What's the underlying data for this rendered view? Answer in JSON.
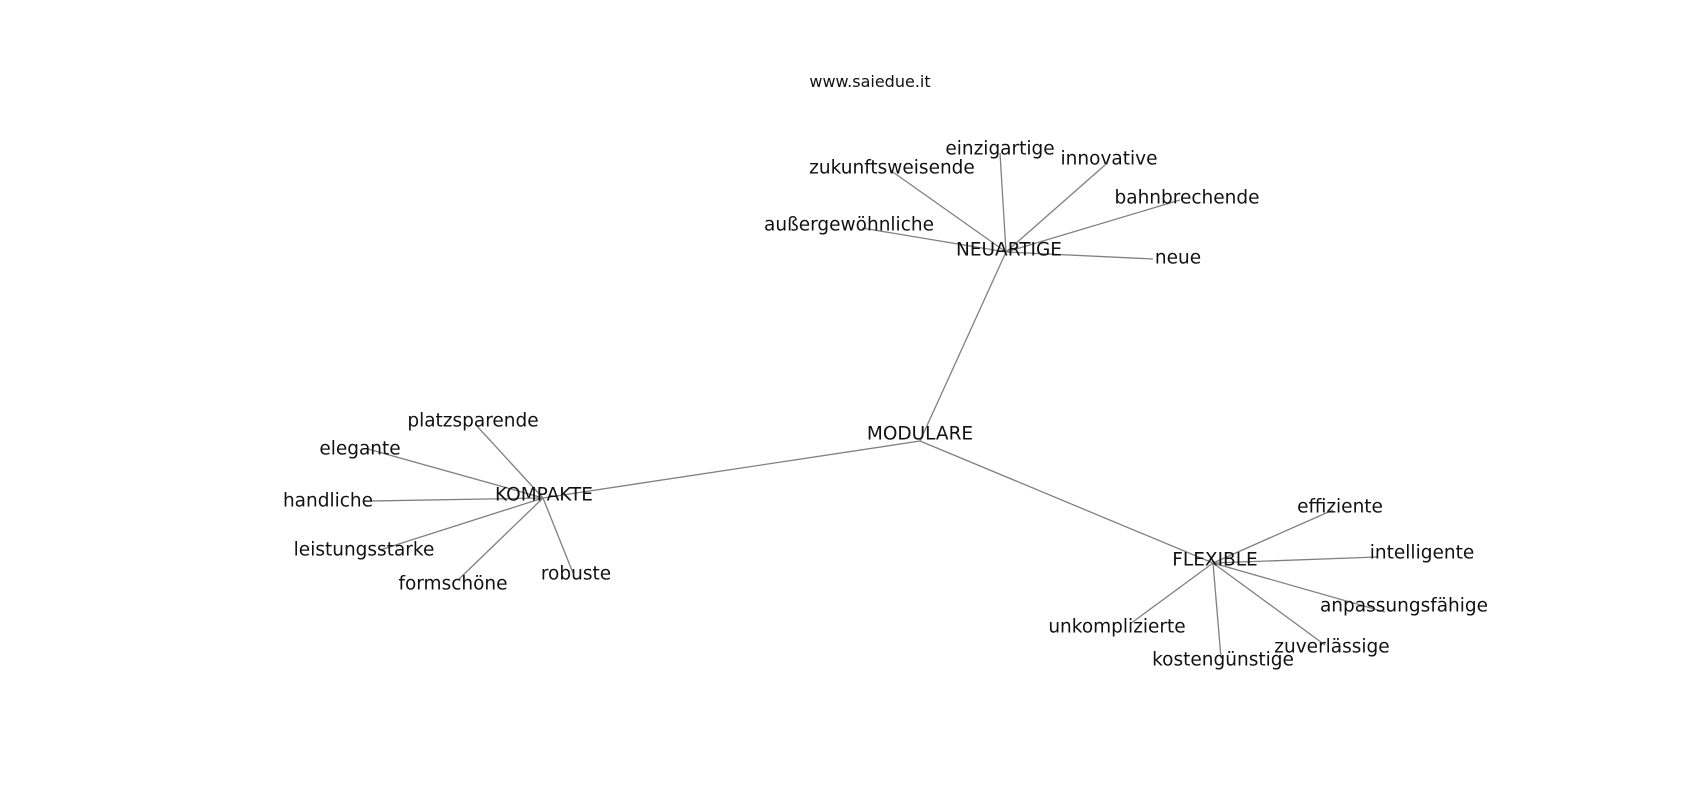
{
  "header": {
    "website": "www.saiedue.it"
  },
  "edge_color": "#808080",
  "text_color": "#111111",
  "graph": {
    "root": "MODULARE",
    "hubs": [
      {
        "label": "NEUARTIGE",
        "leaves": [
          "zukunftsweisende",
          "einzigartige",
          "innovative",
          "bahnbrechende",
          "außergewöhnliche",
          "neue"
        ]
      },
      {
        "label": "KOMPAKTE",
        "leaves": [
          "platzsparende",
          "elegante",
          "handliche",
          "leistungsstarke",
          "formschöne",
          "robuste"
        ]
      },
      {
        "label": "FLEXIBLE",
        "leaves": [
          "effiziente",
          "intelligente",
          "anpassungsfähige",
          "unkomplizierte",
          "zuverlässige",
          "kostengünstige"
        ]
      }
    ]
  }
}
